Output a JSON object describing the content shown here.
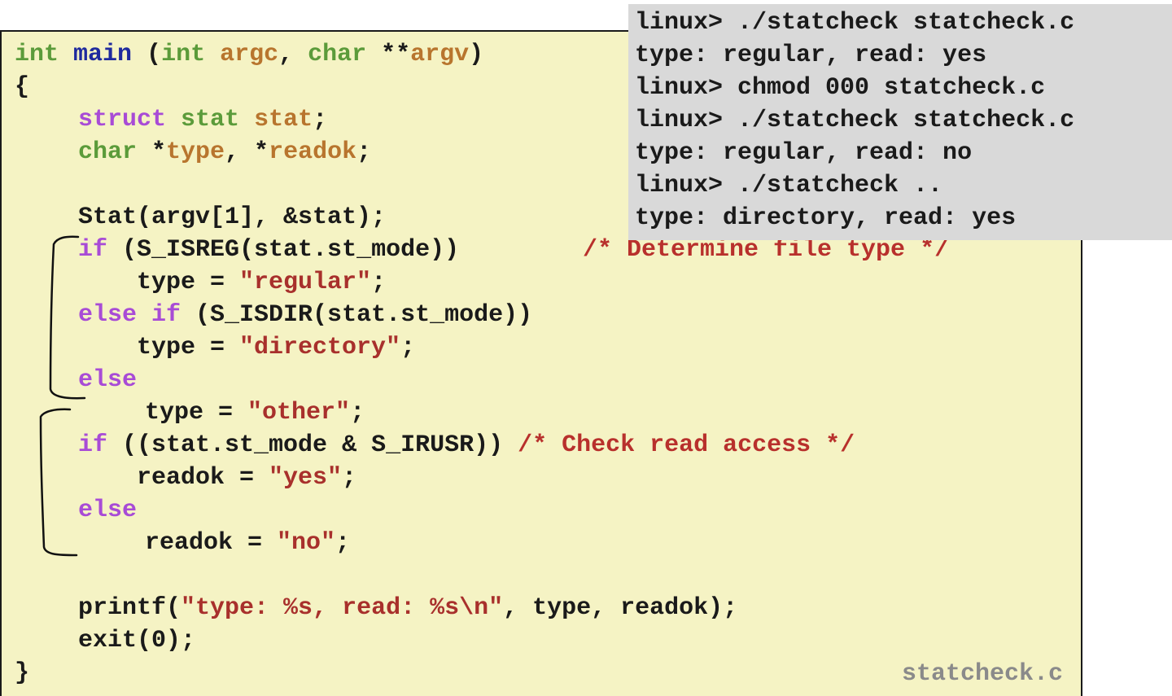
{
  "code": {
    "l1": {
      "t1": "int",
      "t2": "main",
      "t3": " (",
      "t4": "int",
      "t5": "argc",
      "t6": ", ",
      "t7": "char",
      "t8": " **",
      "t9": "argv",
      "t10": ")"
    },
    "l2": "{",
    "l3": {
      "t1": "struct",
      "t2": " ",
      "t3": "stat",
      "t4": " ",
      "t5": "stat",
      "t6": ";"
    },
    "l4": {
      "t1": "char",
      "t2": " *",
      "t3": "type",
      "t4": ", *",
      "t5": "readok",
      "t6": ";"
    },
    "l5": "Stat(argv[1], &stat);",
    "l6": {
      "t1": "if",
      "t2": " (S_ISREG(stat.st_mode))",
      "t3": "/* Determine file type */"
    },
    "l7": {
      "t1": "type = ",
      "t2": "\"regular\"",
      "t3": ";"
    },
    "l8": {
      "t1": "else if",
      "t2": " (S_ISDIR(stat.st_mode))"
    },
    "l9": {
      "t1": "type = ",
      "t2": "\"directory\"",
      "t3": ";"
    },
    "l10": "else",
    "l11": {
      "t1": "type = ",
      "t2": "\"other\"",
      "t3": ";"
    },
    "l12": {
      "t1": "if",
      "t2": " ((stat.st_mode & S_IRUSR)) ",
      "t3": "/* Check read access */"
    },
    "l13": {
      "t1": "readok = ",
      "t2": "\"yes\"",
      "t3": ";"
    },
    "l14": "else",
    "l15": {
      "t1": "readok = ",
      "t2": "\"no\"",
      "t3": ";"
    },
    "l16": {
      "t1": "printf(",
      "t2": "\"type: %s, read: %s\\n\"",
      "t3": ", type, readok);"
    },
    "l17": "exit(0);",
    "l18": "}"
  },
  "filename": "statcheck.c",
  "terminal": [
    "linux> ./statcheck statcheck.c",
    "type: regular, read: yes",
    "linux> chmod 000 statcheck.c",
    "linux> ./statcheck statcheck.c",
    "type: regular, read: no",
    "linux> ./statcheck ..",
    "type: directory, read: yes"
  ],
  "colors": {
    "panel_bg": "#f5f3c4",
    "terminal_bg": "#d9d9d9",
    "keyword": "#5b9b3a",
    "function": "#1f2a9e",
    "control": "#a84bd6",
    "variable": "#b8752e",
    "string": "#a8302c",
    "comment": "#b8302c",
    "filename": "#8a8a8a"
  }
}
